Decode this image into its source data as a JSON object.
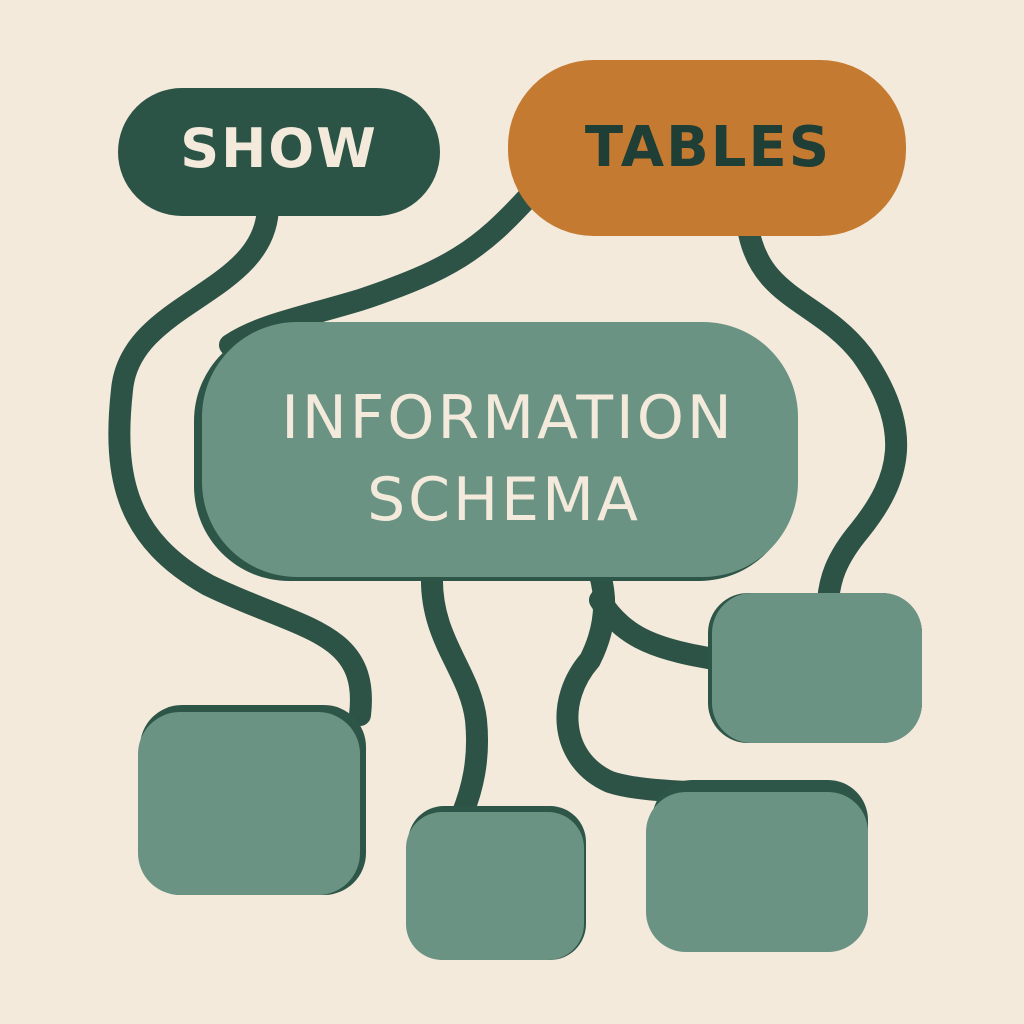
{
  "colors": {
    "background": "#f3eadb",
    "connector": "#2d5346",
    "dark_node": "#2b5446",
    "accent_node": "#c57a32",
    "sage_node": "#6b9384",
    "sage_shadow": "#2e5648",
    "light_text": "#f3eadb",
    "dark_text": "#1f3e36"
  },
  "nodes": {
    "show": {
      "label": "SHOW"
    },
    "tables": {
      "label": "TABLES"
    },
    "information_schema": {
      "line1": "INFORMATION",
      "line2": "SCHEMA"
    }
  }
}
